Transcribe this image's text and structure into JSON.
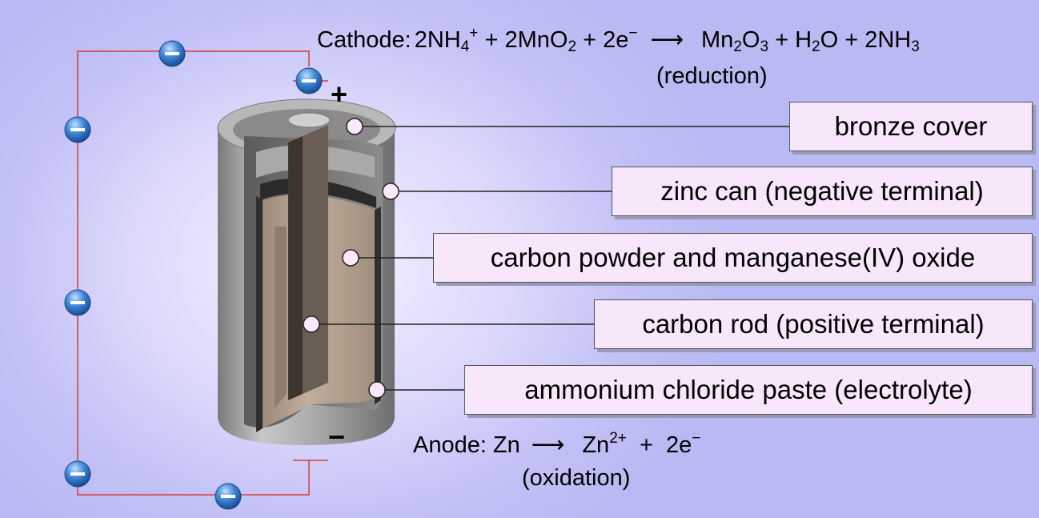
{
  "cathode": {
    "label": "Cathode:",
    "lhs_1": "2NH",
    "lhs_1_sub": "4",
    "lhs_1_sup": "+",
    "lhs_2": " + 2MnO",
    "lhs_2_sub": "2",
    "lhs_3": " + 2e",
    "lhs_3_sup": "−",
    "arrow": "⟶",
    "rhs_1": "Mn",
    "rhs_1_sub": "2",
    "rhs_2": "O",
    "rhs_2_sub": "3",
    "rhs_3": " + H",
    "rhs_3_sub": "2",
    "rhs_4": "O + 2NH",
    "rhs_4_sub": "3",
    "note": "(reduction)"
  },
  "anode": {
    "label": "Anode:",
    "lhs": "Zn",
    "arrow": "⟶",
    "rhs_1": "Zn",
    "rhs_1_sup": "2+",
    "rhs_2": "  +  2e",
    "rhs_2_sup": "−",
    "note": "(oxidation)"
  },
  "terminals": {
    "positive": "+",
    "negative": "−"
  },
  "labels": [
    "bronze cover",
    "zinc can (negative terminal)",
    "carbon powder and manganese(IV) oxide",
    "carbon rod (positive terminal)",
    "ammonium chloride paste (electrolyte)"
  ],
  "electron_icon": "electron-minus-icon",
  "colors": {
    "wire": "#d83a3a",
    "electron": "#2f6fc4",
    "label_fill": "#f8e6fb",
    "zinc": "#9a9a9a",
    "paste": "#b5a08f",
    "carbon_rod": "#5a5048"
  }
}
